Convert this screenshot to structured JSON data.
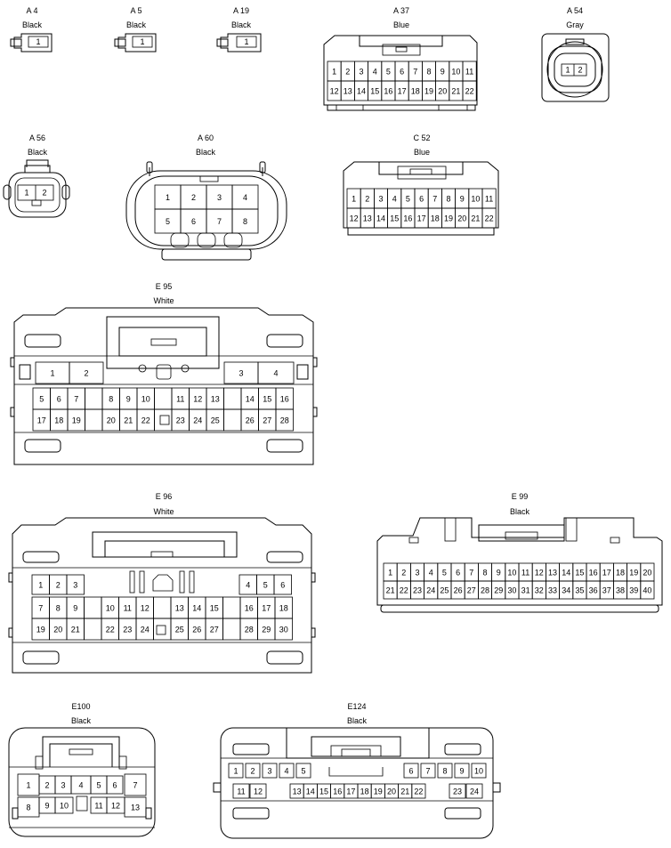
{
  "connectors": {
    "a4": {
      "id": "A 4",
      "color": "Black",
      "pins": [
        "1"
      ]
    },
    "a5": {
      "id": "A 5",
      "color": "Black",
      "pins": [
        "1"
      ]
    },
    "a19": {
      "id": "A 19",
      "color": "Black",
      "pins": [
        "1"
      ]
    },
    "a37": {
      "id": "A 37",
      "color": "Blue",
      "rows": [
        [
          "1",
          "2",
          "3",
          "4",
          "5",
          "6",
          "7",
          "8",
          "9",
          "10",
          "11"
        ],
        [
          "12",
          "13",
          "14",
          "15",
          "16",
          "17",
          "18",
          "19",
          "20",
          "21",
          "22"
        ]
      ]
    },
    "a54": {
      "id": "A 54",
      "color": "Gray",
      "pins": [
        "1",
        "2"
      ]
    },
    "a56": {
      "id": "A 56",
      "color": "Black",
      "pins": [
        "1",
        "2"
      ]
    },
    "a60": {
      "id": "A 60",
      "color": "Black",
      "rows": [
        [
          "1",
          "2",
          "3",
          "4"
        ],
        [
          "5",
          "6",
          "7",
          "8"
        ]
      ]
    },
    "c52": {
      "id": "C 52",
      "color": "Blue",
      "rows": [
        [
          "1",
          "2",
          "3",
          "4",
          "5",
          "6",
          "7",
          "8",
          "9",
          "10",
          "11"
        ],
        [
          "12",
          "13",
          "14",
          "15",
          "16",
          "17",
          "18",
          "19",
          "20",
          "21",
          "22"
        ]
      ]
    },
    "e95": {
      "id": "E 95",
      "color": "White",
      "top": [
        "1",
        "2",
        "3",
        "4"
      ],
      "rows": [
        [
          "5",
          "6",
          "7",
          "",
          "8",
          "9",
          "10",
          "",
          "11",
          "12",
          "13",
          "",
          "14",
          "15",
          "16"
        ],
        [
          "17",
          "18",
          "19",
          "",
          "20",
          "21",
          "22",
          "",
          "23",
          "24",
          "25",
          "",
          "26",
          "27",
          "28"
        ]
      ]
    },
    "e96": {
      "id": "E 96",
      "color": "White",
      "top": [
        "1",
        "2",
        "3",
        "4",
        "5",
        "6"
      ],
      "rows": [
        [
          "7",
          "8",
          "9",
          "",
          "10",
          "11",
          "12",
          "",
          "13",
          "14",
          "15",
          "",
          "16",
          "17",
          "18"
        ],
        [
          "19",
          "20",
          "21",
          "",
          "22",
          "23",
          "24",
          "",
          "25",
          "26",
          "27",
          "",
          "28",
          "29",
          "30"
        ]
      ]
    },
    "e99": {
      "id": "E 99",
      "color": "Black",
      "rows": [
        [
          "1",
          "2",
          "3",
          "4",
          "5",
          "6",
          "7",
          "8",
          "9",
          "10",
          "11",
          "12",
          "13",
          "14",
          "15",
          "16",
          "17",
          "18",
          "19",
          "20"
        ],
        [
          "21",
          "22",
          "23",
          "24",
          "25",
          "26",
          "27",
          "28",
          "29",
          "30",
          "31",
          "32",
          "33",
          "34",
          "35",
          "36",
          "37",
          "38",
          "39",
          "40"
        ]
      ]
    },
    "e100": {
      "id": "E100",
      "color": "Black",
      "pins": [
        "1",
        "2",
        "3",
        "4",
        "5",
        "6",
        "7",
        "8",
        "9",
        "10",
        "11",
        "12",
        "13"
      ]
    },
    "e124": {
      "id": "E124",
      "color": "Black",
      "top": [
        "1",
        "2",
        "3",
        "4",
        "5",
        "6",
        "7",
        "8",
        "9",
        "10"
      ],
      "bottom": [
        "11",
        "12",
        "13",
        "14",
        "15",
        "16",
        "17",
        "18",
        "19",
        "20",
        "21",
        "22",
        "23",
        "24"
      ]
    }
  }
}
